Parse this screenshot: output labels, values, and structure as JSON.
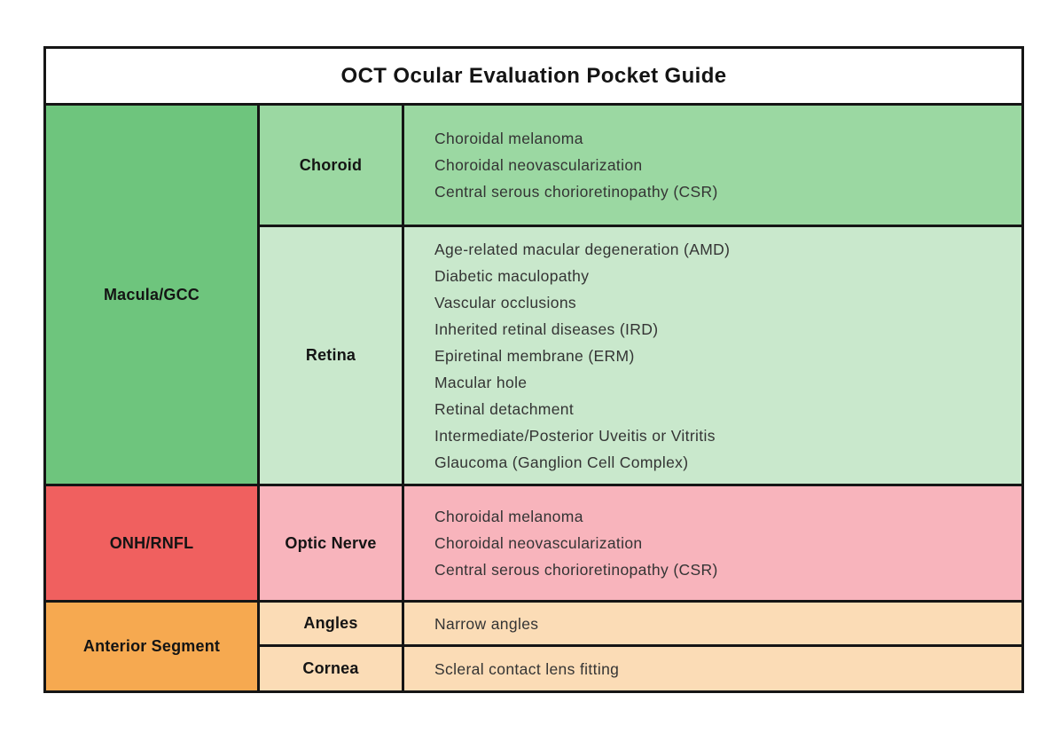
{
  "title": "OCT Ocular Evaluation Pocket Guide",
  "colors": {
    "title_bg": "#ffffff",
    "macula_gcc": "#6ec57d",
    "choroid_row": "#9bd8a2",
    "retina_row": "#c9e8cc",
    "onh_rnfl": "#f0605f",
    "optic_nerve_row": "#f8b4bc",
    "anterior_segment": "#f6a950",
    "anterior_row": "#fbdcb6",
    "border": "#151515",
    "label_text": "#141414",
    "item_text": "#343434"
  },
  "sections": [
    {
      "label": "Macula/GCC",
      "rows": [
        {
          "sublabel": "Choroid",
          "items": [
            "Choroidal melanoma",
            "Choroidal neovascularization",
            "Central serous chorioretinopathy (CSR)"
          ]
        },
        {
          "sublabel": "Retina",
          "items": [
            "Age-related macular degeneration (AMD)",
            "Diabetic maculopathy",
            "Vascular occlusions",
            "Inherited retinal diseases (IRD)",
            "Epiretinal membrane (ERM)",
            "Macular hole",
            "Retinal detachment",
            "Intermediate/Posterior Uveitis or Vitritis",
            "Glaucoma (Ganglion Cell Complex)"
          ]
        }
      ]
    },
    {
      "label": "ONH/RNFL",
      "rows": [
        {
          "sublabel": "Optic Nerve",
          "items": [
            "Choroidal melanoma",
            "Choroidal neovascularization",
            "Central serous chorioretinopathy (CSR)"
          ]
        }
      ]
    },
    {
      "label": "Anterior Segment",
      "rows": [
        {
          "sublabel": "Angles",
          "items": [
            "Narrow angles"
          ]
        },
        {
          "sublabel": "Cornea",
          "items": [
            "Scleral contact lens fitting"
          ]
        }
      ]
    }
  ]
}
